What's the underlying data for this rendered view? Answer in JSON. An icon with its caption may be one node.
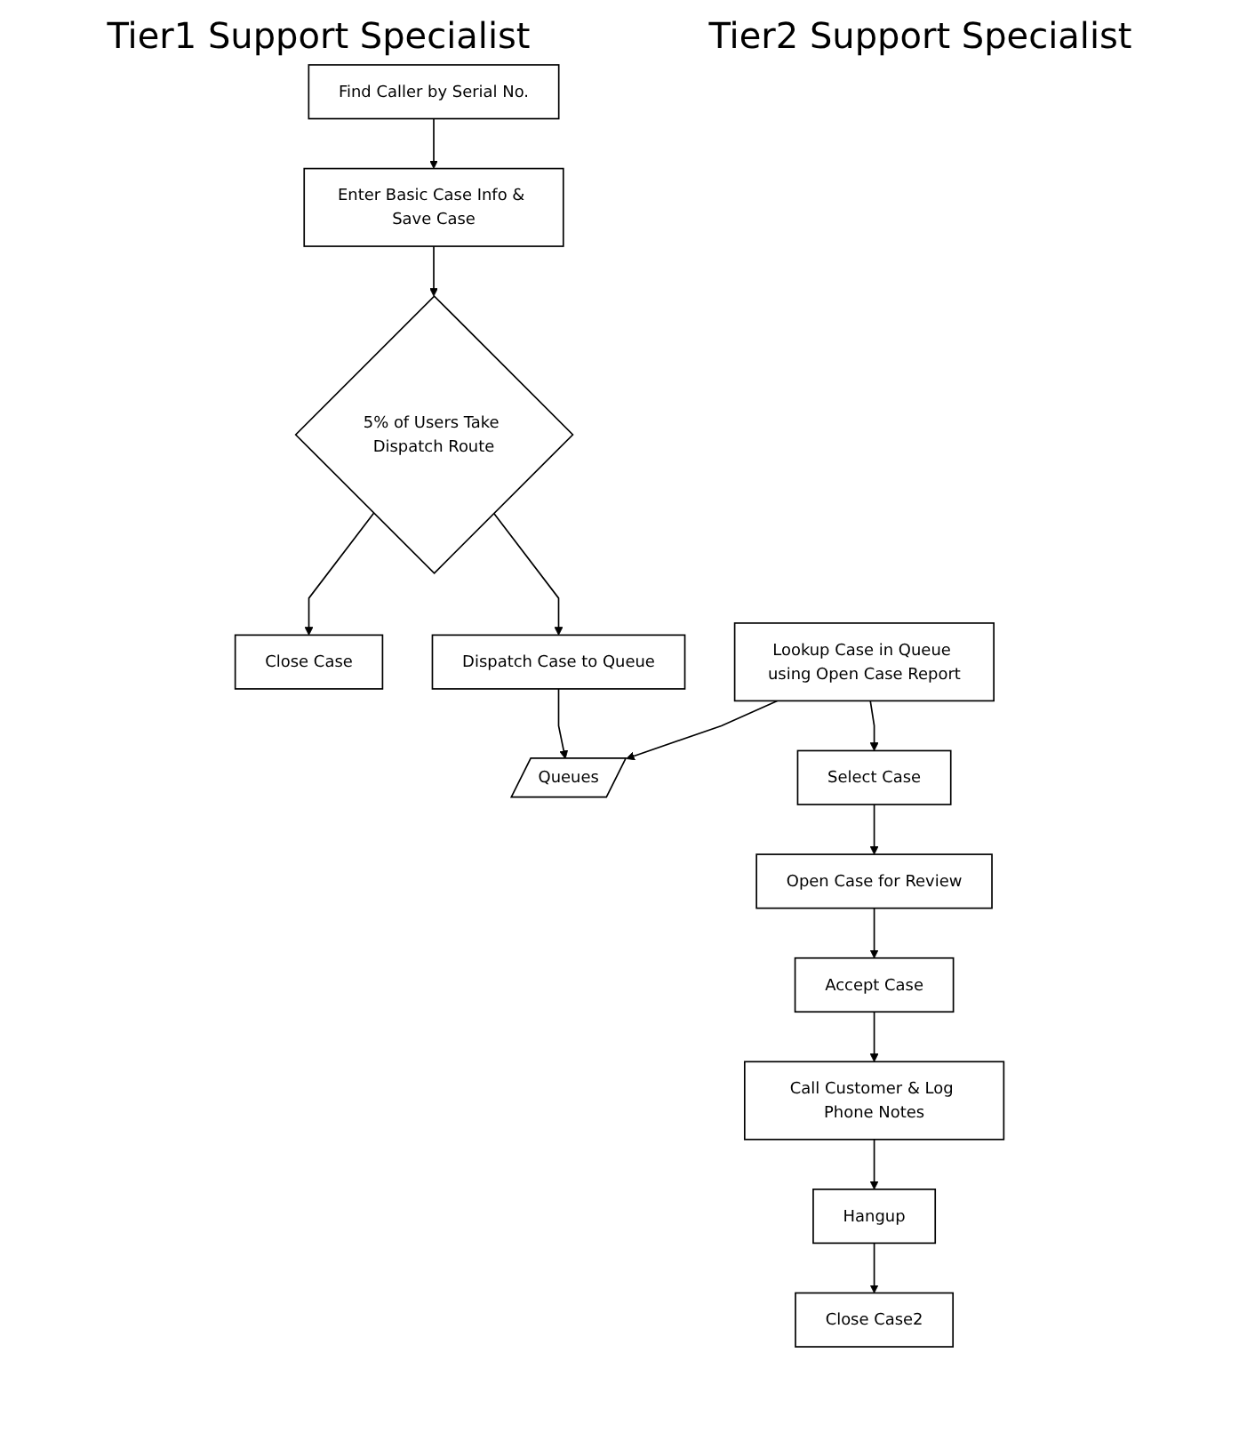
{
  "diagram": {
    "nodes": [
      {
        "text": [
          "Find Caller by Serial No."
        ]
      },
      {
        "text": [
          "Enter Basic Case Info & Save Case"
        ]
      },
      {
        "text": [
          "5% of Users Take Dispatch Route"
        ]
      },
      {
        "text": [
          "Close Case"
        ]
      },
      {
        "text": [
          "Dispatch Case to Queue"
        ]
      },
      {
        "text": [
          "Queues"
        ]
      },
      {
        "text": [
          "Lookup Case in Queue using Open Case Report"
        ]
      },
      {
        "text": [
          "Select Case"
        ]
      },
      {
        "text": [
          "Open Case for Review"
        ]
      },
      {
        "text": [
          "Accept Case"
        ]
      },
      {
        "text": [
          "Call Customer & Log Phone Notes"
        ]
      },
      {
        "text": [
          "Hangup"
        ]
      },
      {
        "text": [
          "Close Case2"
        ]
      }
    ],
    "edges": [
      {
        "from": 0,
        "to": 1,
        "arrow": "to"
      },
      {
        "from": 1,
        "to": 2,
        "arrow": "to"
      },
      {
        "from": 2,
        "to": 3,
        "arrow": "to"
      },
      {
        "from": 2,
        "to": 4,
        "arrow": "to"
      },
      {
        "from": 4,
        "to": 5,
        "arrow": "to"
      },
      {
        "from": 6,
        "to": 5,
        "arrow": "to"
      },
      {
        "from": 6,
        "to": 7,
        "arrow": "to"
      },
      {
        "from": 7,
        "to": 8,
        "arrow": "to"
      },
      {
        "from": 8,
        "to": 9,
        "arrow": "to"
      },
      {
        "from": 9,
        "to": 10,
        "arrow": "to"
      },
      {
        "from": 10,
        "to": 11,
        "arrow": "to"
      },
      {
        "from": 11,
        "to": 12,
        "arrow": "to"
      }
    ],
    "labels": [
      "Tier1 Support Specialist",
      "Tier2 Support Specialist"
    ]
  }
}
